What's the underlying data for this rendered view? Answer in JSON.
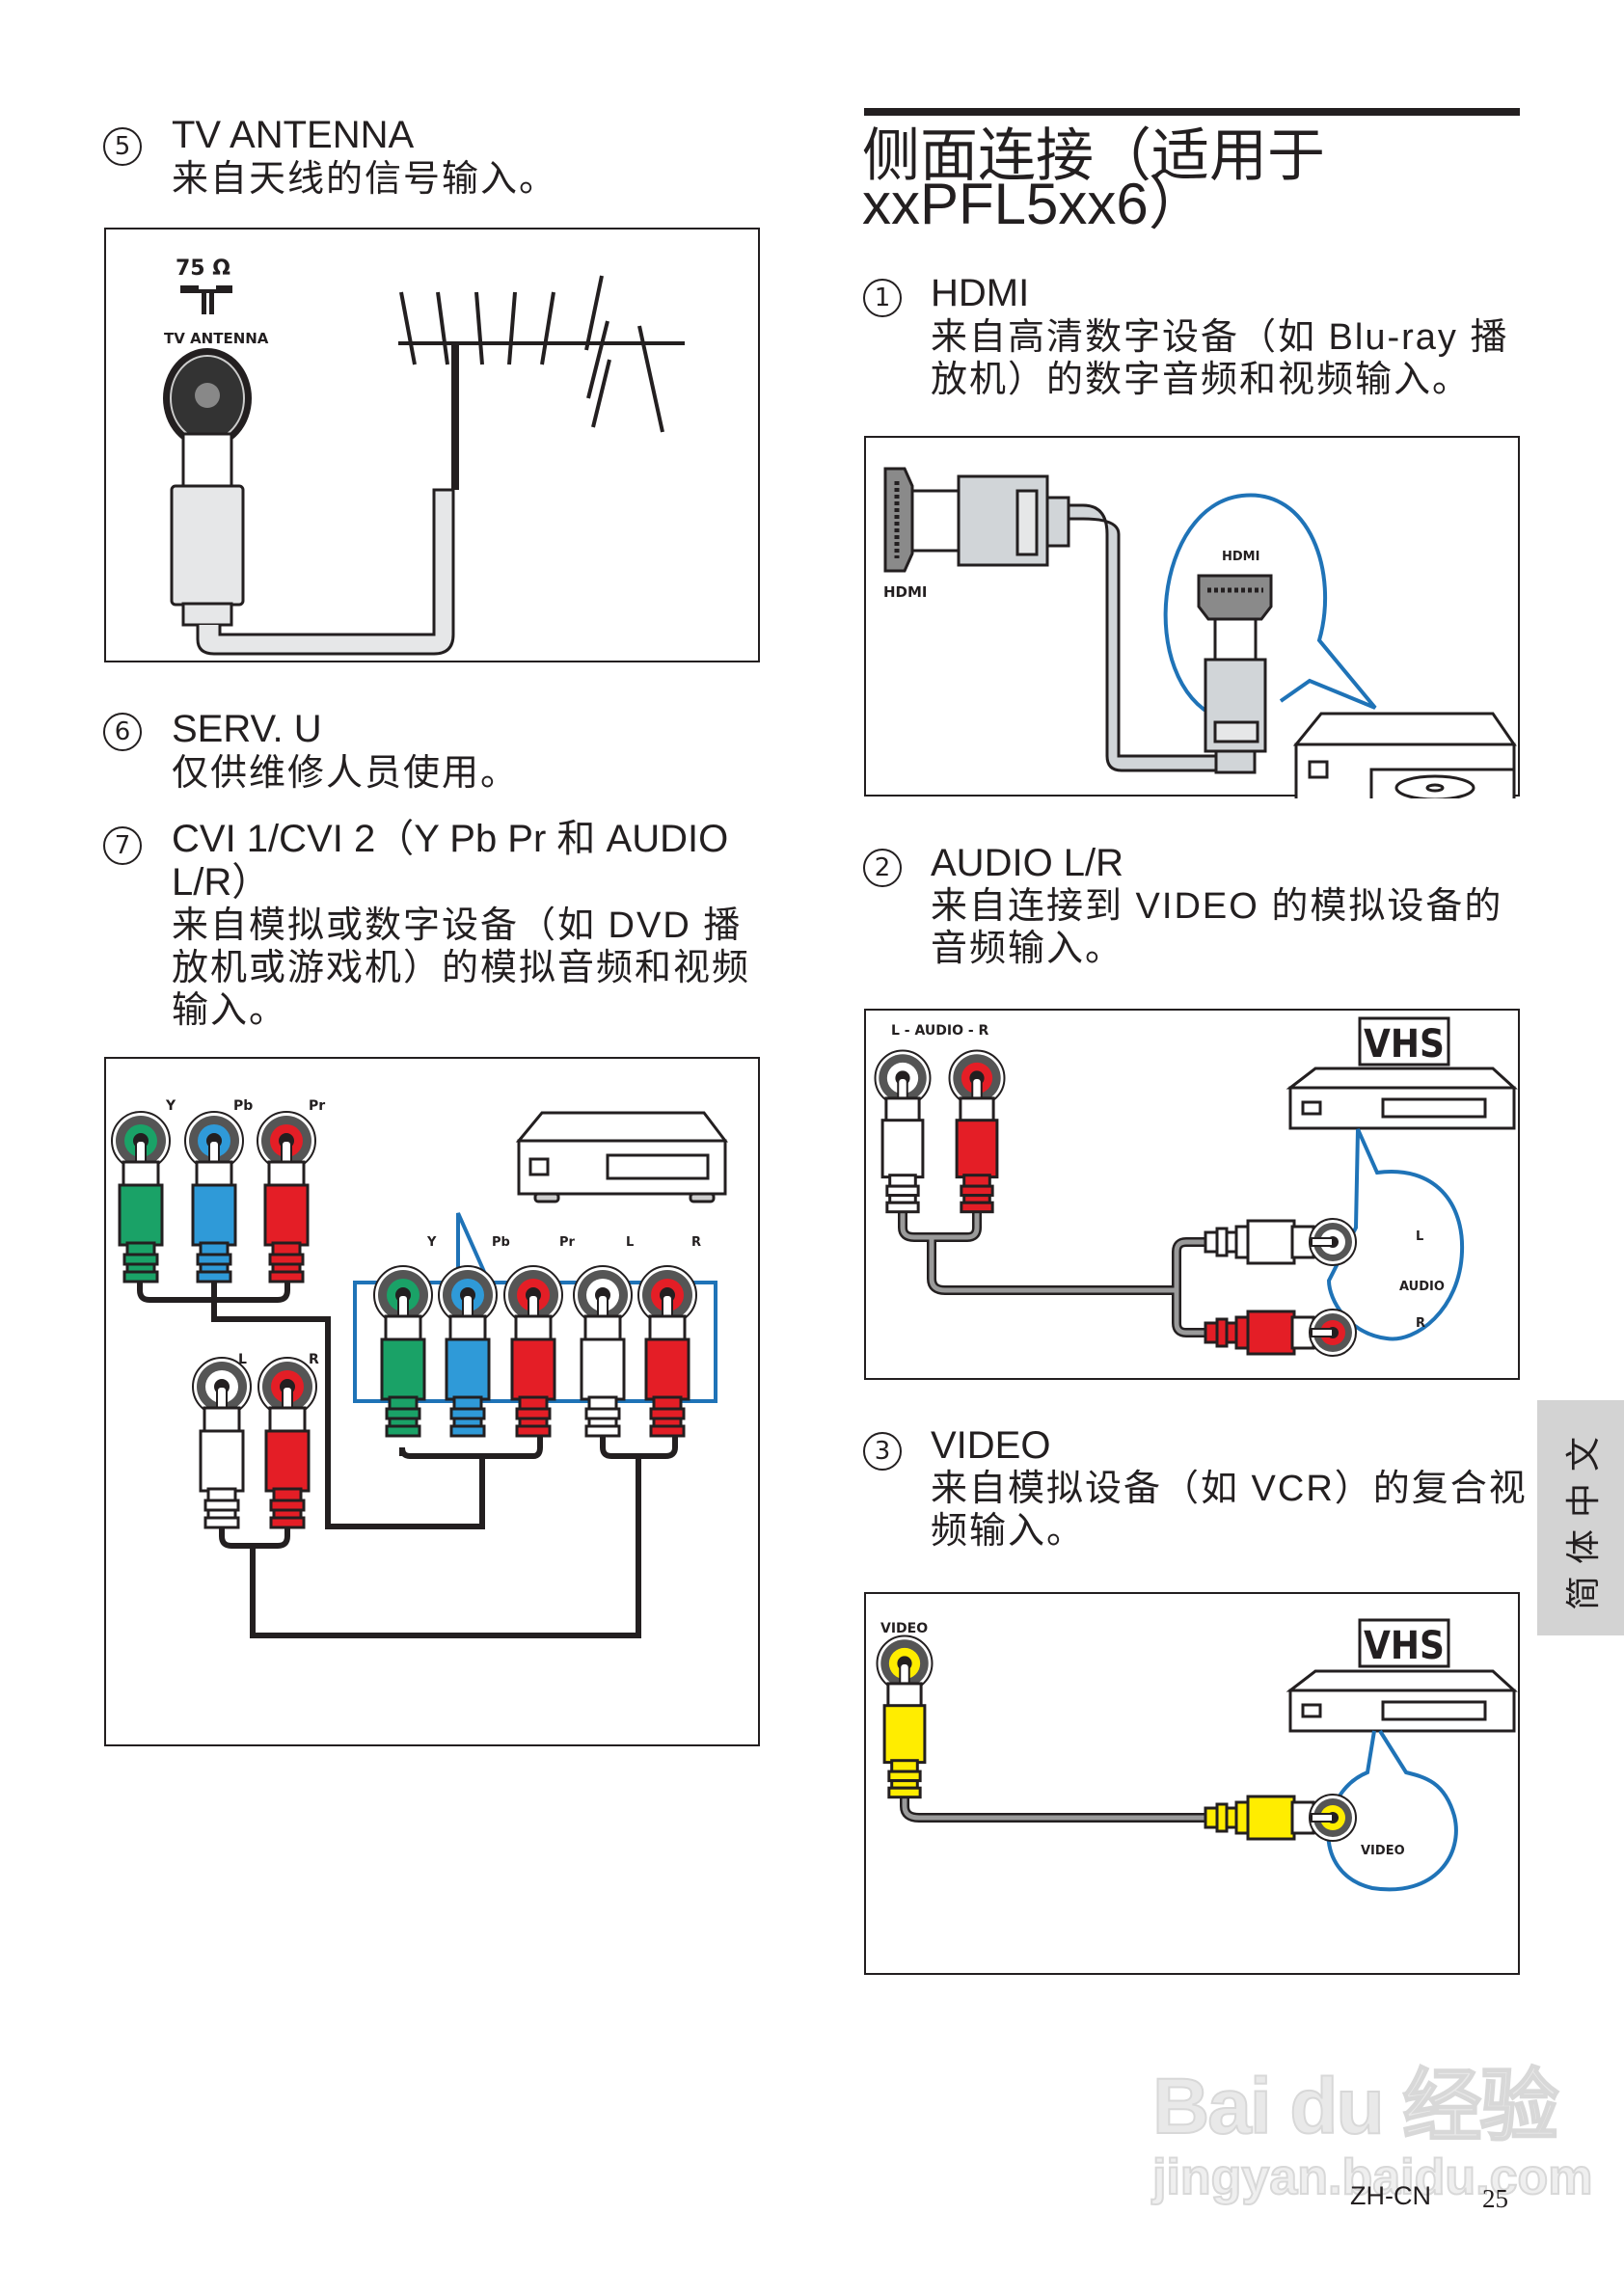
{
  "left_column": {
    "items": [
      {
        "number": "5",
        "title": "TV ANTENNA",
        "description": [
          "来自天线的信号输入。"
        ]
      },
      {
        "number": "6",
        "title": "SERV. U",
        "description": [
          "仅供维修人员使用。"
        ]
      },
      {
        "number": "7",
        "title_lines": [
          "CVI 1/CVI 2（Y Pb Pr 和 AUDIO",
          "L/R）"
        ],
        "description": [
          "来自模拟或数字设备（如 DVD 播",
          "放机或游戏机）的模拟音频和视频",
          "输入。"
        ]
      }
    ],
    "antenna_diagram": {
      "impedance_label": "75 Ω",
      "port_label": "TV ANTENNA"
    },
    "cvi_diagram": {
      "tv_labels_video": [
        "Y",
        "Pb",
        "Pr"
      ],
      "tv_labels_audio": [
        "L",
        "R"
      ],
      "device_labels": [
        "Y",
        "Pb",
        "Pr",
        "L",
        "R"
      ]
    }
  },
  "right_column": {
    "section_heading": [
      "侧面连接（适用于",
      "xxPFL5xx6）"
    ],
    "items": [
      {
        "number": "1",
        "title": "HDMI",
        "description": [
          "来自高清数字设备（如 Blu-ray 播",
          "放机）的数字音频和视频输入。"
        ]
      },
      {
        "number": "2",
        "title": "AUDIO L/R",
        "description": [
          "来自连接到 VIDEO 的模拟设备的",
          "音频输入。"
        ]
      },
      {
        "number": "3",
        "title": "VIDEO",
        "description": [
          "来自模拟设备（如 VCR）的复合视",
          "频输入。"
        ]
      }
    ],
    "hdmi_diagram": {
      "tv_label": "HDMI",
      "device_label": "HDMI"
    },
    "audio_diagram": {
      "tv_label": "L - AUDIO - R",
      "logo": "VHS",
      "device_labels": {
        "left": "L",
        "middle": "AUDIO",
        "right": "R"
      }
    },
    "video_diagram": {
      "tv_label": "VIDEO",
      "logo": "VHS",
      "device_label": "VIDEO"
    }
  },
  "side_tab": {
    "label": "简体中文"
  },
  "footer": {
    "language_code": "ZH-CN",
    "page_number": "25"
  },
  "watermark": {
    "brand": "Bai du 经验",
    "url": "jingyan.baidu.com"
  },
  "colors": {
    "cable_green": "#1aa267",
    "cable_blue": "#2f9ad8",
    "cable_red": "#e41e26",
    "cable_yellow": "#ffed00",
    "callout_blue": "#1f73b7",
    "plug_grey": "#d1d5d8",
    "tab_grey": "#d3d3d3"
  }
}
